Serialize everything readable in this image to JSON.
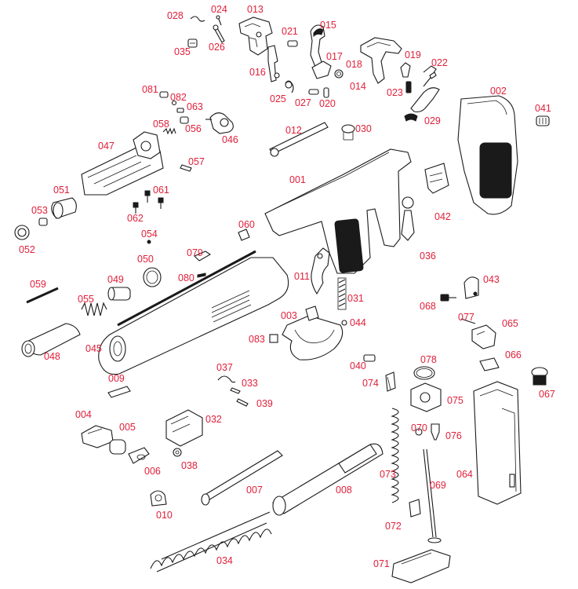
{
  "labels": {
    "p001": "001",
    "p002": "002",
    "p003": "003",
    "p004": "004",
    "p005": "005",
    "p006": "006",
    "p007": "007",
    "p008": "008",
    "p009": "009",
    "p010": "010",
    "p011": "011",
    "p012": "012",
    "p013": "013",
    "p014": "014",
    "p015": "015",
    "p016": "016",
    "p017": "017",
    "p018": "018",
    "p019": "019",
    "p020": "020",
    "p021": "021",
    "p022": "022",
    "p023": "023",
    "p024": "024",
    "p025": "025",
    "p026": "026",
    "p027": "027",
    "p028": "028",
    "p029": "029",
    "p030": "030",
    "p031": "031",
    "p032": "032",
    "p033": "033",
    "p034": "034",
    "p035": "035",
    "p036": "036",
    "p037": "037",
    "p038": "038",
    "p039": "039",
    "p040": "040",
    "p041": "041",
    "p042": "042",
    "p043": "043",
    "p044": "044",
    "p045": "045",
    "p046": "046",
    "p047": "047",
    "p048": "048",
    "p049": "049",
    "p050": "050",
    "p051": "051",
    "p052": "052",
    "p053": "053",
    "p054": "054",
    "p055": "055",
    "p056": "056",
    "p057": "057",
    "p058": "058",
    "p059": "059",
    "p060": "060",
    "p061": "061",
    "p062": "062",
    "p063": "063",
    "p064": "064",
    "p065": "065",
    "p066": "066",
    "p067": "067",
    "p068": "068",
    "p069": "069",
    "p070": "070",
    "p071": "071",
    "p072": "072",
    "p073": "073",
    "p074": "074",
    "p075": "075",
    "p076": "076",
    "p077": "077",
    "p078": "078",
    "p079": "079",
    "p080": "080",
    "p081": "081",
    "p082": "082",
    "p083": "083"
  },
  "colors": {
    "label": "#e0203a",
    "line": "#1a1a1a",
    "background": "#ffffff"
  }
}
